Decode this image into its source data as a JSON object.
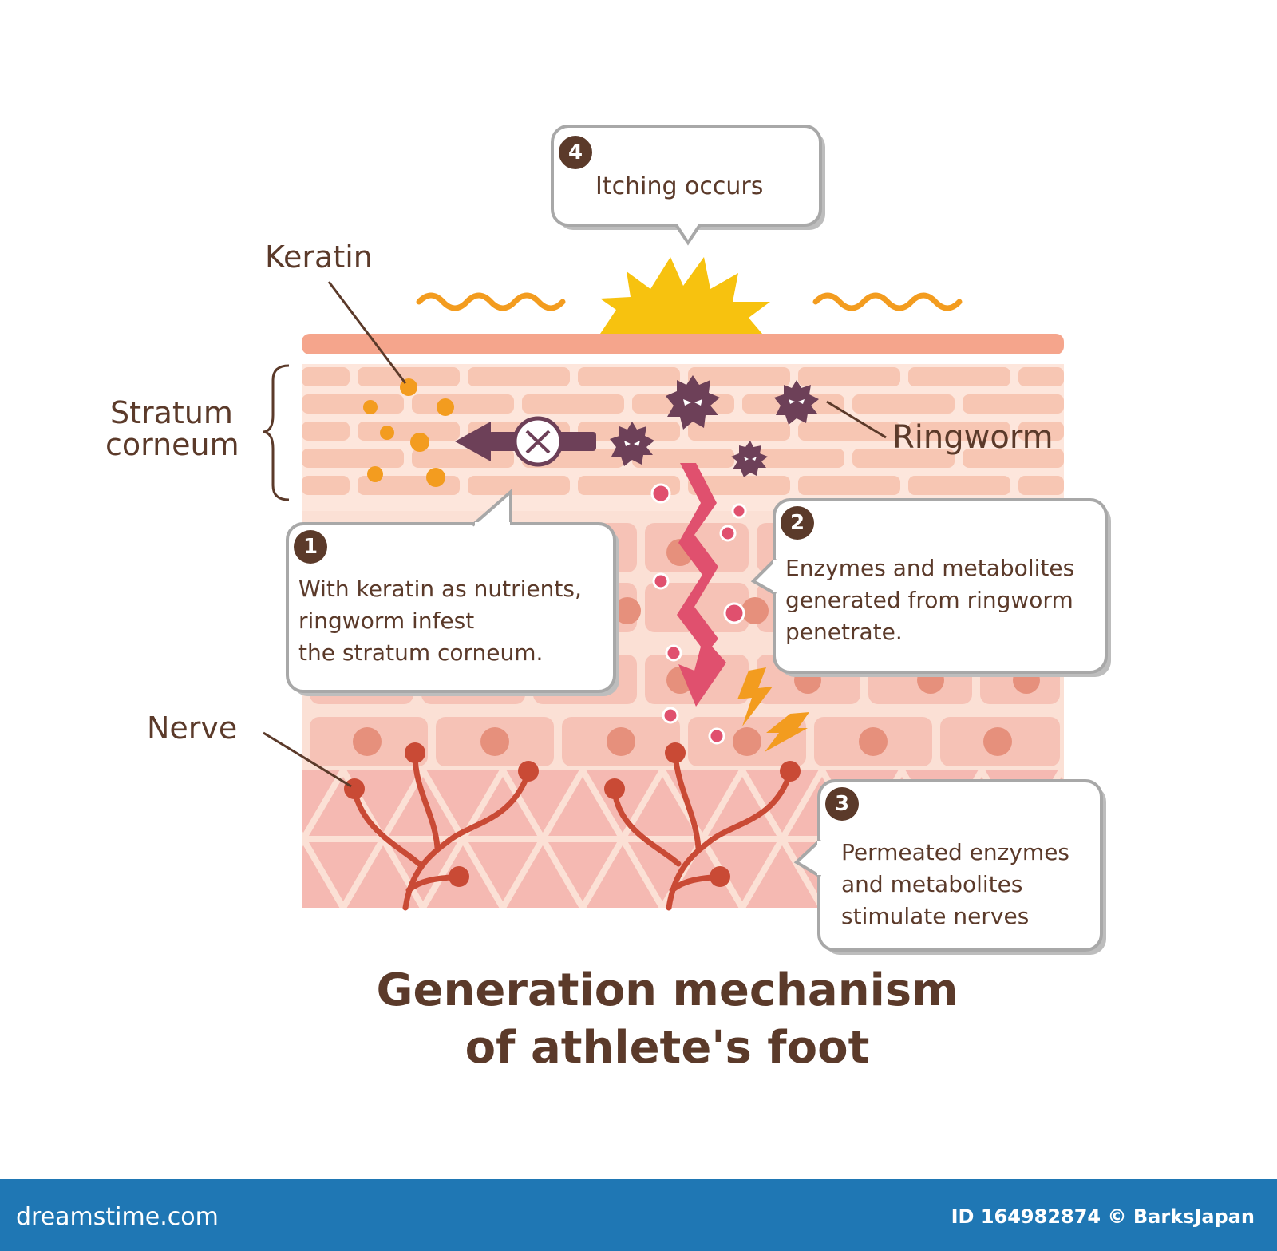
{
  "labels": {
    "keratin": "Keratin",
    "stratum_line1": "Stratum",
    "stratum_line2": "corneum",
    "ringworm": "Ringworm",
    "nerve": "Nerve"
  },
  "steps": [
    {
      "number": "1",
      "lines": [
        "With keratin as nutrients,",
        "ringworm infest",
        "the stratum corneum."
      ]
    },
    {
      "number": "2",
      "lines": [
        "Enzymes and metabolites",
        "generated from ringworm",
        "penetrate."
      ]
    },
    {
      "number": "3",
      "lines": [
        "Permeated enzymes",
        "and metabolites",
        "stimulate nerves"
      ]
    },
    {
      "number": "4",
      "lines": [
        "Itching occurs"
      ]
    }
  ],
  "title": {
    "line1": "Generation mechanism",
    "line2": "of athlete's foot"
  },
  "footer": {
    "brand": "dreamstime.com",
    "credit": "ID 164982874 © BarksJapan"
  },
  "colors": {
    "text": "#5b3a2a",
    "skin_top": "#f5a58c",
    "keratin": "#f39c1f",
    "ringworm": "#6d4058",
    "enzyme_arrow": "#e0506e",
    "nerve": "#c94a35",
    "footer": "#1f77b4"
  }
}
